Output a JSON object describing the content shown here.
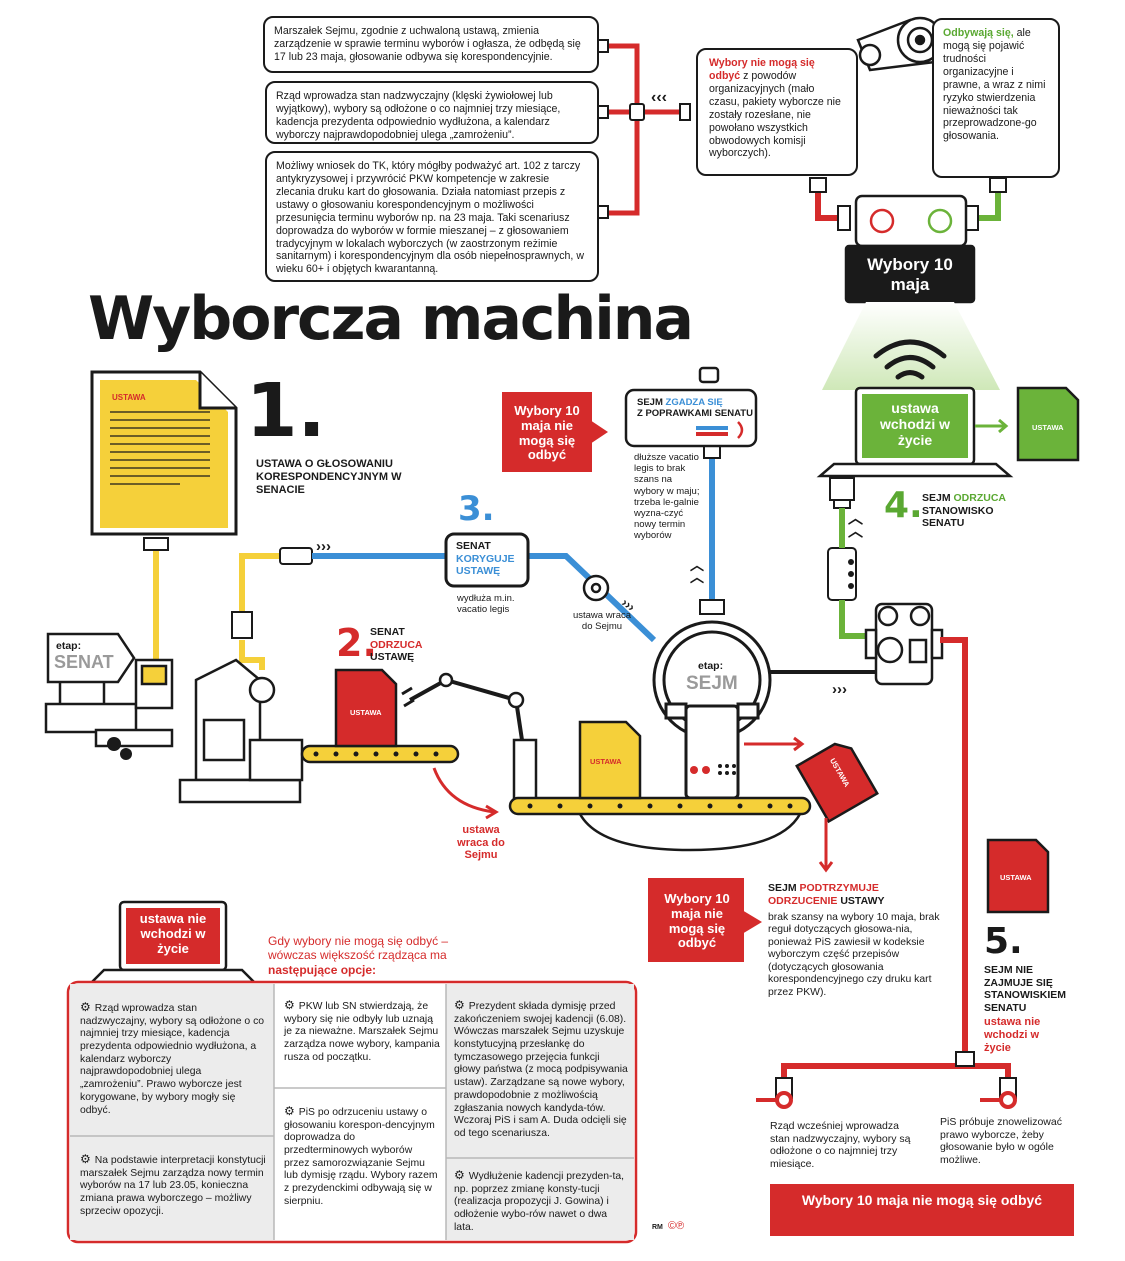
{
  "title": "Wyborcza machina",
  "top_boxes": [
    "Marszałek Sejmu, zgodnie z uchwaloną ustawą, zmienia zarządzenie w sprawie terminu wyborów i ogłasza, że odbędą się 17 lub 23 maja, głosowanie odbywa się korespondencyjnie.",
    "Rząd wprowadza stan nadzwyczajny (klęski żywiołowej lub wyjątkowy), wybory są odłożone o co najmniej trzy miesiące, kadencja prezydenta odpowiednio wydłużona, a kalendarz wyborczy najprawdopodobniej ulega „zamrożeniu”.",
    "Możliwy wniosek do TK, który mógłby podważyć art. 102 z tarczy antykryzysowej i przywrócić PKW kompetencje w zakresie zlecania druku kart do głosowania. Działa natomiast przepis z ustawy o głosowaniu korespondencyjnym o możliwości przesunięcia terminu wyborów np. na 23 maja. Taki scenariusz doprowadza do wyborów w formie mieszanej – z głosowaniem tradycyjnym w lokalach wyborczych (w zaostrzonym reżimie sanitarnym) i korespondencyjnym dla osób niepełnosprawnych, w wieku 60+ i objętych kwarantanną."
  ],
  "box_red": {
    "head": "Wybory nie mogą się odbyć",
    "body": " z powodów organizacyjnych (mało czasu, pakiety wyborcze nie zostały rozesłane, nie powołano wszystkich obwodowych komisji wyborczych)."
  },
  "box_green": {
    "head": "Odbywają się,",
    "body": " ale mogą się pojawić trudności organizacyjne i prawne, a wraz z nimi ryzyko stwierdzenia nieważności tak przeprowadzone-go głosowania."
  },
  "wybory_10": "Wybory 10 maja",
  "ustawa": "USTAWA",
  "step1": {
    "num": "1.",
    "text": "USTAWA O GŁOSOWANIU KORESPONDENCYJNYM W SENACIE"
  },
  "step2": {
    "num": "2.",
    "l1": "SENAT",
    "l2": "ODRZUCA",
    "l3": "USTAWĘ"
  },
  "step3": {
    "num": "3.",
    "l1": "SENAT",
    "l2": "KORYGUJE",
    "l3": "USTAWĘ",
    "note": "wydłuża m.in. vacatio legis"
  },
  "step4": {
    "num": "4.",
    "l1": "SEJM",
    "l2": "ODRZUCA",
    "l3": "STANOWISKO SENATU"
  },
  "step5": {
    "num": "5.",
    "l1": "SEJM NIE ZAJMUJE SIĘ STANOWISKIEM SENATU",
    "l2": "ustawa nie wchodzi w życie"
  },
  "etap_senat": {
    "label": "etap:",
    "name": "SENAT"
  },
  "etap_sejm": {
    "label": "etap:",
    "name": "SEJM"
  },
  "sejm_zgadza": {
    "l1": "SEJM",
    "l2": "ZGADZA SIĘ",
    "l3": "Z POPRAWKAMI SENATU"
  },
  "vacatio_note": "dłuższe vacatio legis to brak szans na wybory w maju; trzeba le-galnie wyzna-czyć nowy termin wyborów",
  "banner_nie_moga": "Wybory 10 maja nie mogą się odbyć",
  "ustawa_wchodzi": "ustawa wchodzi w życie",
  "ustawa_nie_wchodzi": "ustawa nie wchodzi w życie",
  "ustawa_wraca": "ustawa wraca do Sejmu",
  "ustawa_wraca_small": "ustawa wraca do Sejmu",
  "sejm_podtrzymuje": {
    "l1": "SEJM",
    "l2": "PODTRZYMUJE",
    "l3": "ODRZUCENIE",
    "l4": "USTAWY",
    "body": "brak szansy na wybory 10 maja, brak reguł dotyczących głosowa-nia, ponieważ PiS zawiesił w kodeksie wyborczym część przepisów (dotyczących głosowania korespondencyjnego czy druku kart przez PKW)."
  },
  "options_intro": {
    "l1": "Gdy wybory nie mogą się odbyć – wówczas większość rządząca ma ",
    "l2": "następujące opcje:"
  },
  "options": [
    "Rząd wprowadza stan nadzwyczajny, wybory są odłożone o co najmniej trzy miesiące, kadencja prezydenta odpowiednio wydłużona, a kalendarz wyborczy najprawdopodobniej ulega „zamrożeniu”. Prawo wyborcze jest korygowane, by wybory mogły się odbyć.",
    "Na podstawie interpretacji konstytucji marszałek Sejmu zarządza nowy termin wyborów na 17 lub 23.05, konieczna zmiana prawa wyborczego – możliwy sprzeciw opozycji.",
    "PKW lub SN stwierdzają, że wybory się nie odbyły lub uznają je za nieważne. Marszałek Sejmu zarządza nowe wybory, kampania rusza od początku.",
    "PiS po odrzuceniu ustawy o głosowaniu korespon-dencyjnym doprowadza do przedterminowych wyborów przez samorozwiązanie Sejmu lub dymisję rządu. Wybory razem z prezydenckimi odbywają się w sierpniu.",
    "Prezydent składa dymisję przed zakończeniem swojej kadencji (6.08). Wówczas marszałek Sejmu uzyskuje konstytucyjną przesłankę do tymczasowego przejęcia funkcji głowy państwa (z mocą podpisywania ustaw). Zarządzane są nowe wybory, prawdopodobnie z możliwością zgłaszania nowych kandyda-tów. Wczoraj PiS i sam A. Duda odcięli się od tego scenariusza.",
    "Wydłużenie kadencji prezyden-ta, np. poprzez zmianę konsty-tucji (realizacja propozycji J. Gowina) i odłożenie wybo-rów nawet o dwa lata."
  ],
  "bottom_left": "Rząd wcześniej wprowadza stan nadzwyczajny, wybory są odłożone o co najmniej trzy miesiące.",
  "bottom_right": "PiS próbuje znowelizować prawo wyborcze, żeby głosowanie było w ogóle możliwe.",
  "credit": "RM",
  "colors": {
    "red": "#d52b2b",
    "green": "#6bb33a",
    "blue": "#3b8fd6",
    "yellow": "#f5d03a",
    "dark": "#1a1a1a"
  }
}
